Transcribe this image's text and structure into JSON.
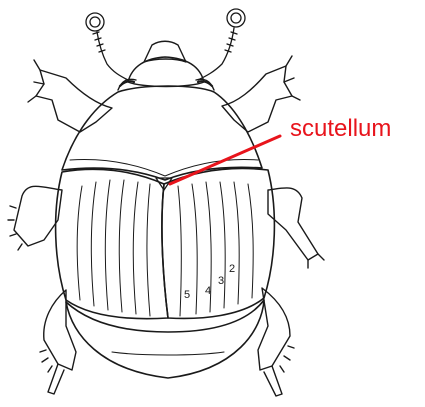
{
  "diagram": {
    "callout": {
      "label": "scutellum",
      "color": "#e8141c"
    },
    "stria_numbers": [
      "2",
      "3",
      "4",
      "5"
    ],
    "ink_color": "#1a1a1a",
    "background": "#ffffff"
  }
}
